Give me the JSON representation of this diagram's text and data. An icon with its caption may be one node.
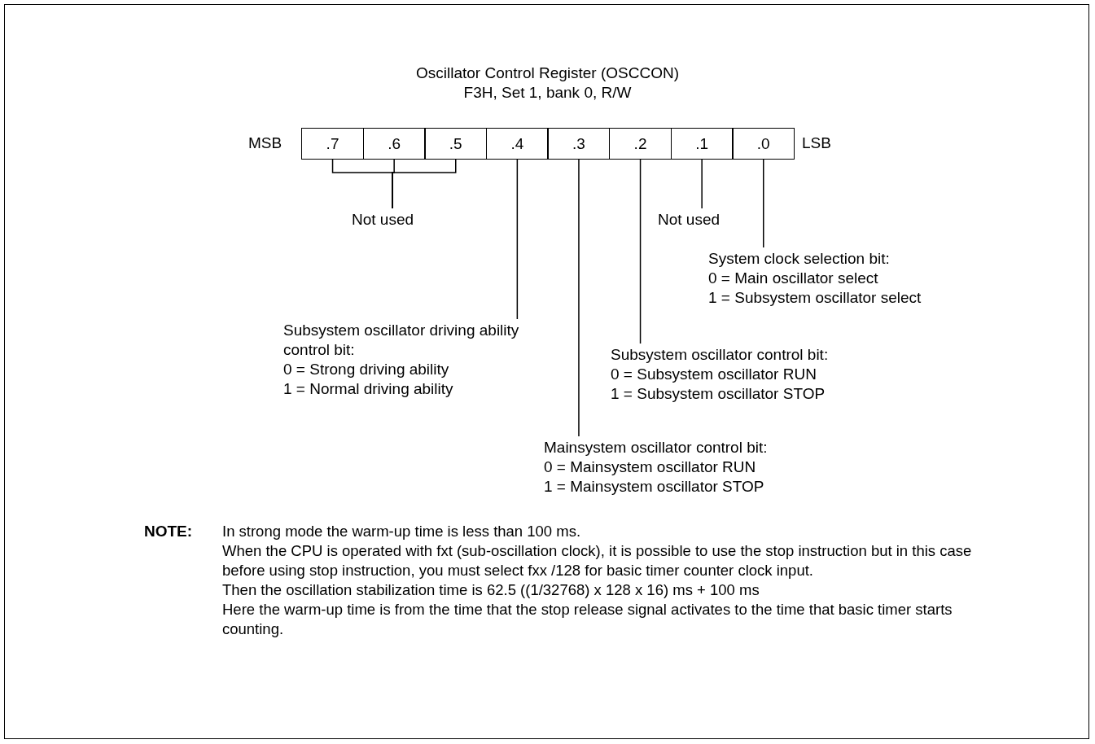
{
  "diagram": {
    "title": "Oscillator Control Register (OSCCON)",
    "nodes": [
      {
        "text": [
          ".7"
        ],
        "beside": [
          "MSB"
        ]
      },
      {
        "text": [
          ".6"
        ]
      },
      {
        "text": [
          ".5"
        ]
      },
      {
        "text": [
          ".4"
        ]
      },
      {
        "text": [
          ".3"
        ]
      },
      {
        "text": [
          ".2"
        ]
      },
      {
        "text": [
          ".1"
        ]
      },
      {
        "text": [
          ".0"
        ],
        "beside": [
          "LSB"
        ]
      },
      {
        "text": [
          "Not used"
        ]
      },
      {
        "text": [
          "Not used"
        ]
      },
      {
        "text": [
          "System clock selection bit:",
          "0 = Main oscillator select",
          "1 = Subsystem oscillator select"
        ]
      },
      {
        "text": [
          "Subsystem oscillator driving ability control bit:",
          "0 = Strong driving ability",
          "1 = Normal driving ability"
        ]
      },
      {
        "text": [
          "Subsystem oscillator control bit:",
          "0 = Subsystem oscillator RUN",
          "1 = Subsystem oscillator STOP"
        ]
      },
      {
        "text": [
          "Mainsystem oscillator control bit:",
          "0 = Mainsystem oscillator RUN",
          "1 = Mainsystem oscillator STOP"
        ]
      }
    ],
    "edges": [
      {
        "from": 8,
        "to": 0,
        "arrow": "none"
      },
      {
        "from": 8,
        "to": 1,
        "arrow": "none"
      },
      {
        "from": 8,
        "to": 2,
        "arrow": "none"
      },
      {
        "from": 9,
        "to": 6,
        "arrow": "none"
      },
      {
        "from": 10,
        "to": 7,
        "arrow": "none"
      },
      {
        "from": 11,
        "to": 3,
        "arrow": "none"
      },
      {
        "from": 12,
        "to": 5,
        "arrow": "none"
      },
      {
        "from": 13,
        "to": 4,
        "arrow": "none"
      }
    ],
    "labels": [
      "F3H, Set 1, bank 0, R/W",
      "NOTE:",
      "In strong mode the warm-up time is less than 100 ms.",
      "When the CPU is operated with fxt (sub-oscillation clock), it is possible to use the stop instruction but in this case before using stop instruction, you must select fxx /128 for basic timer counter clock input.",
      "Then the oscillation stabilization time is 62.5 ((1/32768) x 128 x 16) ms + 100 ms",
      "Here the warm-up time is from the time that the stop release signal activates to the time that basic timer starts counting."
    ]
  }
}
